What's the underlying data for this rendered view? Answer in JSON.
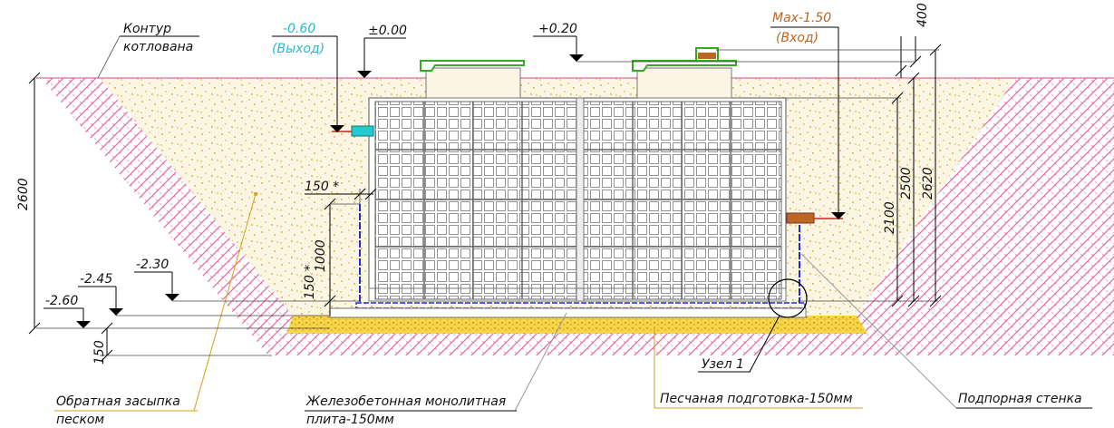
{
  "labels": {
    "pit_outline_line1": "Контур",
    "pit_outline_line2": "котлована",
    "backfill_line1": "Обратная засыпка",
    "backfill_line2": "песком",
    "slab_line1": "Железобетонная монолитная",
    "slab_line2": "плита-150мм",
    "sand_bed": "Песчаная подготовка-150мм",
    "retaining_wall": "Подпорная стенка",
    "node": "Узел 1"
  },
  "levels": {
    "outlet_value": "-0.60",
    "outlet_name": "(Выход)",
    "zero": "±0.00",
    "plus020": "+0.20",
    "inlet_value": "Max-1.50",
    "inlet_name": "(Вход)",
    "l230": "-2.30",
    "l245": "-2.45",
    "l260": "-2.60"
  },
  "dimensions": {
    "d400": "400",
    "d2100": "2100",
    "d2500": "2500",
    "d2620": "2620",
    "d2600": "2600",
    "d1000": "1000",
    "d150a": "150 *",
    "d150b": "150 *",
    "d150c": "150"
  },
  "colors": {
    "hatch": "#e06aa3",
    "sand": "#d4a018",
    "sand_bg": "#fbf6e4",
    "bed": "#f2c000",
    "lid": "#33aa22",
    "outlet": "#22cccc",
    "inlet": "#bb6622",
    "wall_blue": "#1a2dd6"
  }
}
